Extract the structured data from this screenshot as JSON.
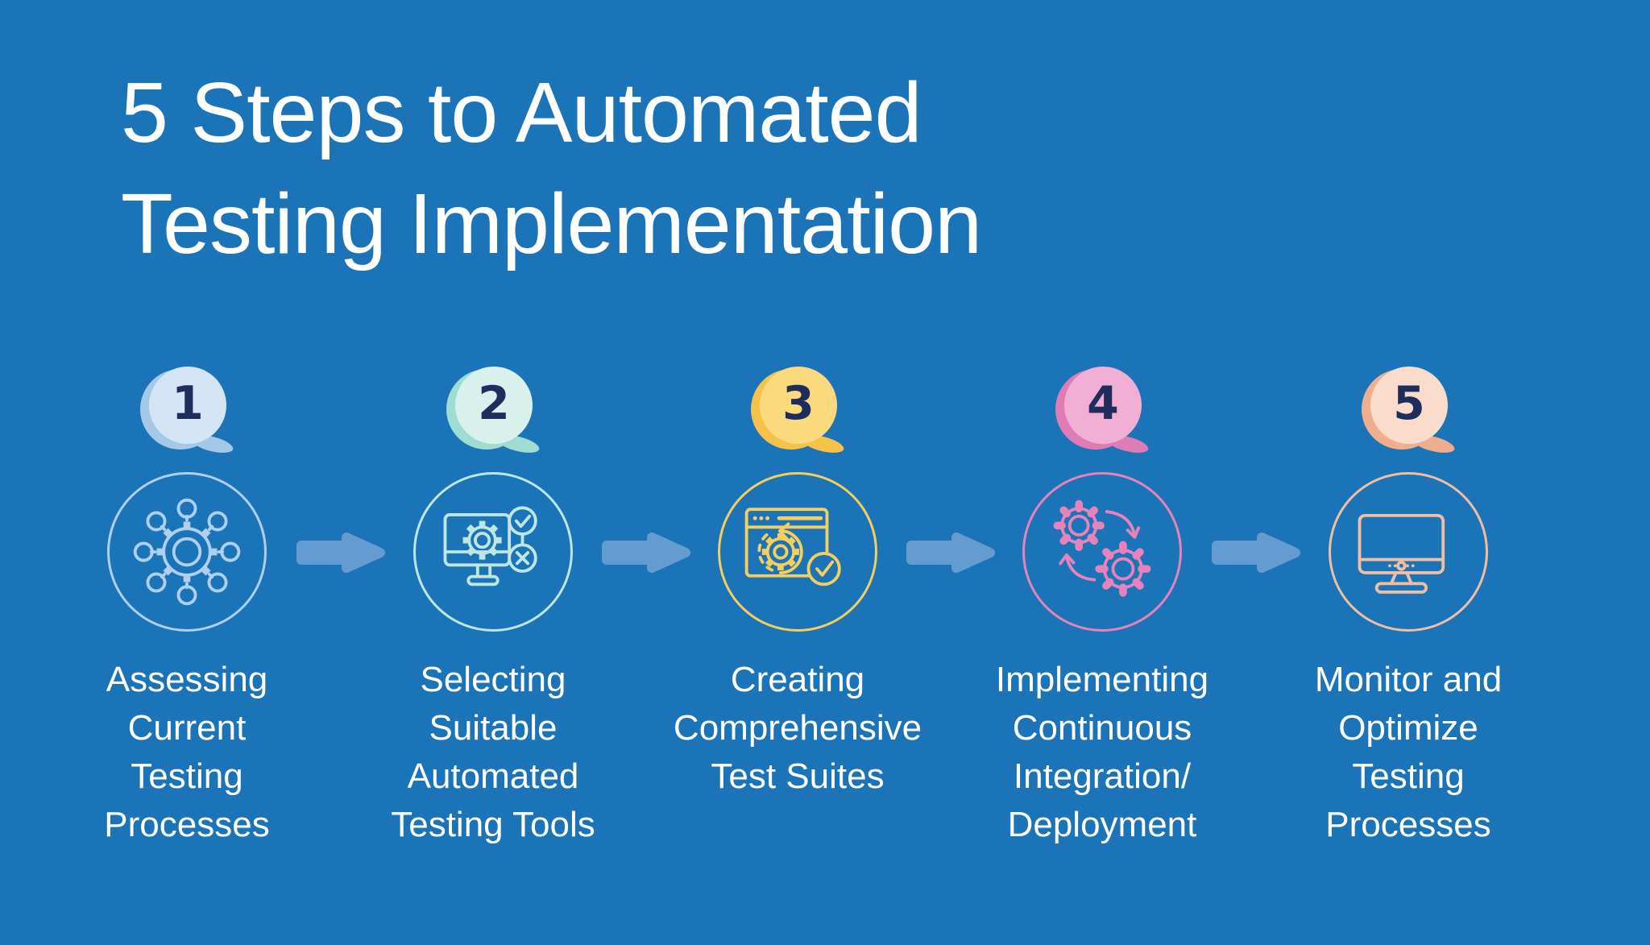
{
  "title": "5 Steps to Automated\nTesting Implementation",
  "colors": {
    "background": "#1B73B8",
    "title_text": "#FFFFFF",
    "label_text": "#FFFFFF",
    "arrow": "#649CD1",
    "step_number": "#1F2D5C"
  },
  "steps": [
    {
      "number": "1",
      "label": "Assessing\nCurrent\nTesting\nProcesses",
      "icon": "network-hub-gear-icon",
      "badge_color": "#D4E6F5",
      "badge_shadow_color": "#A3C8E8",
      "icon_color": "#AFD0EC"
    },
    {
      "number": "2",
      "label": "Selecting\nSuitable\nAutomated\nTesting Tools",
      "icon": "monitor-gear-check-cross-icon",
      "badge_color": "#D9F1EC",
      "badge_shadow_color": "#9FDCD1",
      "icon_color": "#BDE7E0"
    },
    {
      "number": "3",
      "label": "Creating\nComprehensive\nTest Suites",
      "icon": "browser-gear-refresh-check-icon",
      "badge_color": "#FBD97D",
      "badge_shadow_color": "#F6C24A",
      "icon_color": "#F5CE5D"
    },
    {
      "number": "4",
      "label": "Implementing\nContinuous\nIntegration/\nDeployment",
      "icon": "gears-sync-cycle-icon",
      "badge_color": "#F2AFD5",
      "badge_shadow_color": "#E07CB5",
      "icon_color": "#E683BA"
    },
    {
      "number": "5",
      "label": "Monitor and\nOptimize\nTesting\nProcesses",
      "icon": "desktop-monitor-icon",
      "badge_color": "#F9DCCB",
      "badge_shadow_color": "#F1AE8D",
      "icon_color": "#F0BEA3"
    }
  ]
}
